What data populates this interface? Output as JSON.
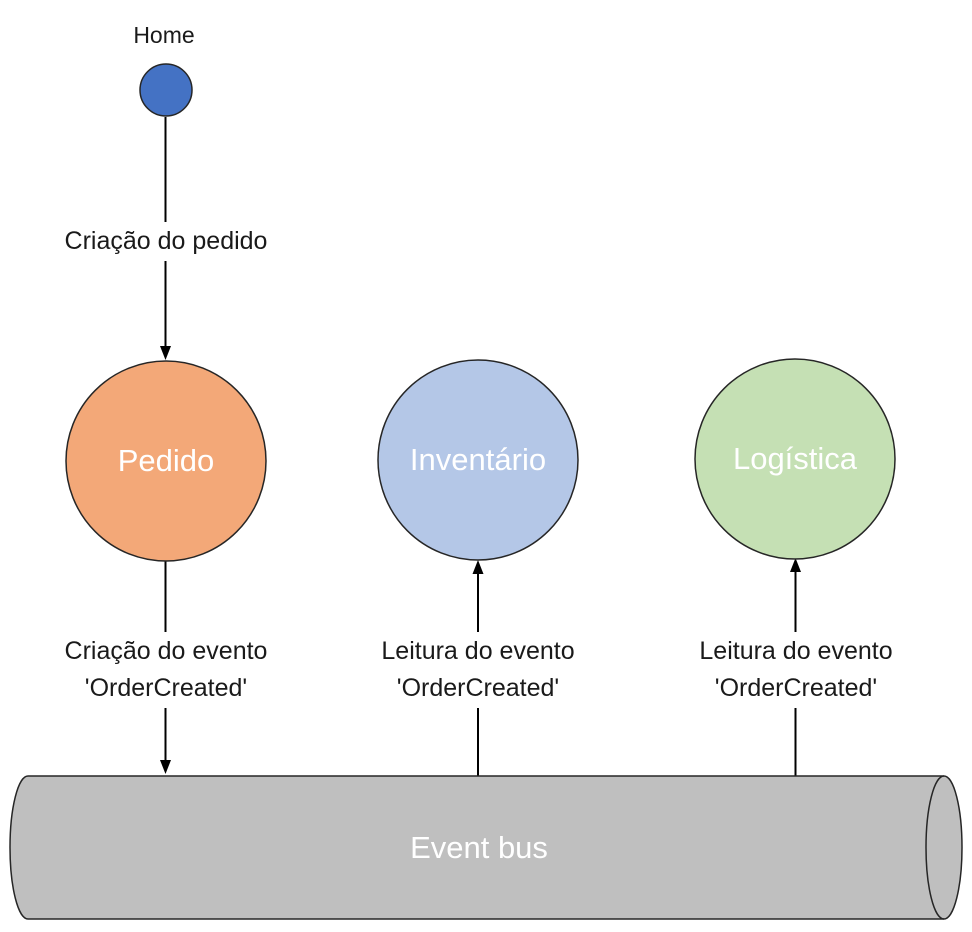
{
  "diagram": {
    "home_node": {
      "label": "Home"
    },
    "services": [
      {
        "id": "order",
        "label": "Pedido"
      },
      {
        "id": "inventory",
        "label": "Inventário"
      },
      {
        "id": "logistics",
        "label": "Logística"
      }
    ],
    "bus": {
      "label": "Event bus"
    },
    "flows": {
      "order_creation": {
        "label": "Criação do pedido"
      },
      "publish_event": {
        "line1": "Criação do evento",
        "line2": "'OrderCreated'"
      },
      "consume_inventory": {
        "line1": "Leitura do evento",
        "line2": "'OrderCreated'"
      },
      "consume_logistics": {
        "line1": "Leitura do evento",
        "line2": "'OrderCreated'"
      }
    },
    "colors": {
      "home_node": "#4472C4",
      "order_service": "#F3A878",
      "inventory_service": "#B4C7E7",
      "logistics_service": "#C5E0B4",
      "event_bus": "#BFBFBF",
      "arrow": "#000000"
    }
  }
}
